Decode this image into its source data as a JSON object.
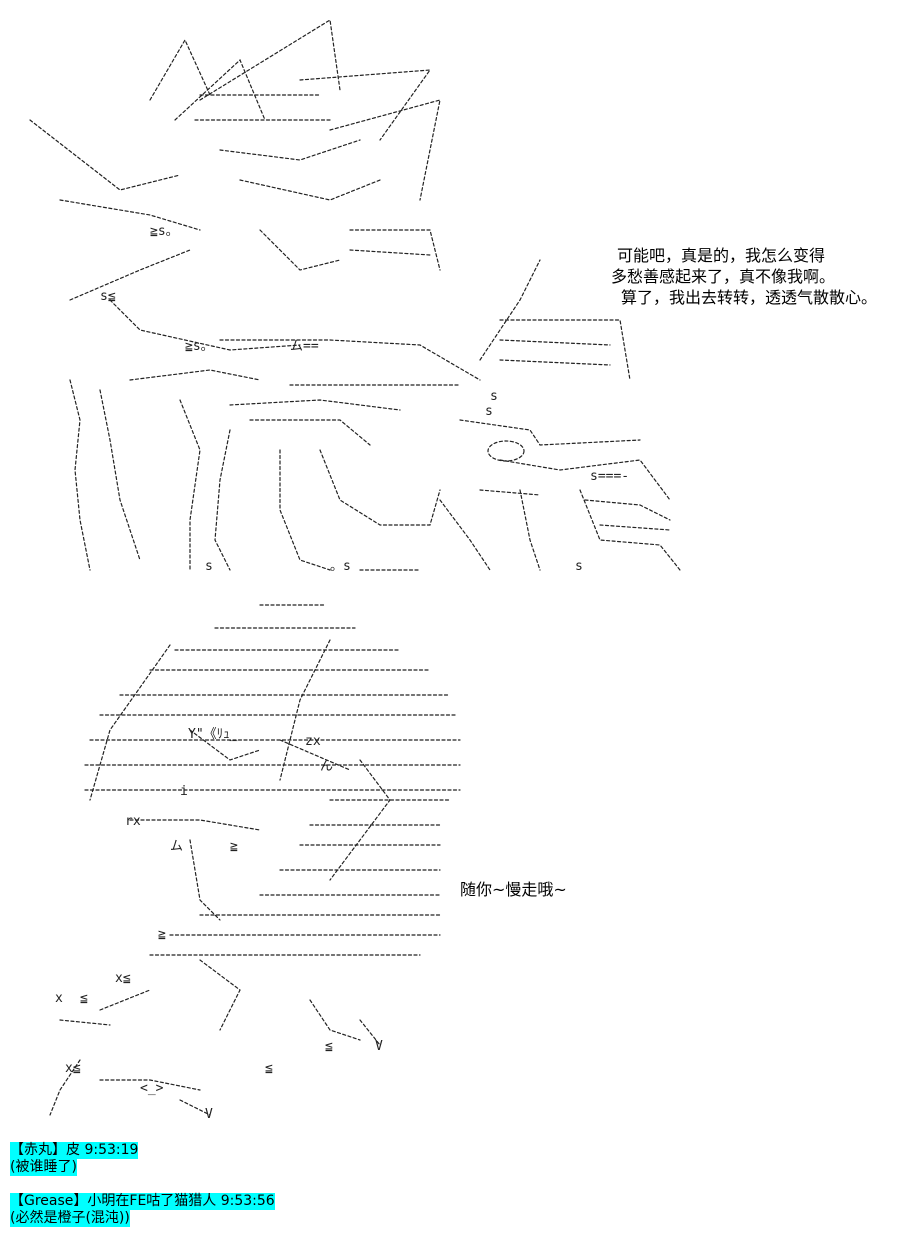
{
  "dialogue_top": {
    "lines": [
      "可能吧，真是的，我怎么变得",
      "多愁善感起来了，真不像我啊。",
      "算了，我出去转转，透透气散散心。"
    ]
  },
  "dialogue_bottom": {
    "text": "随你~慢走哦~"
  },
  "comments": [
    {
      "header": "【赤丸】皮 9:53:19",
      "body": "(被谁睡了)"
    },
    {
      "header": "【Grease】小明在FE咕了猫猎人 9:53:56",
      "body": "(必然是橙子(混沌))"
    }
  ],
  "colors": {
    "comment_highlight": "#00ffff",
    "text": "#000000",
    "art_stroke": "#222222",
    "background": "#ffffff"
  }
}
